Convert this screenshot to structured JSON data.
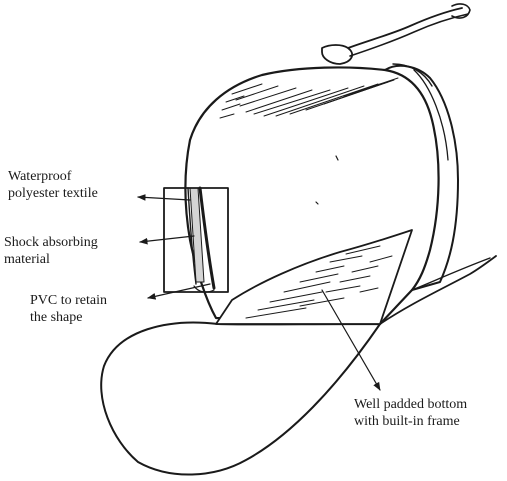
{
  "colors": {
    "ink": "#1a1a1a",
    "paper": "#ffffff",
    "cushion": "#d4d4d4"
  },
  "labels": {
    "waterproof": [
      "Waterproof",
      "polyester textile"
    ],
    "shock": [
      "Shock absorbing",
      "material"
    ],
    "pvc": [
      "PVC to retain",
      "the shape"
    ],
    "bottom": [
      "Well padded bottom",
      "with built-in frame"
    ]
  }
}
